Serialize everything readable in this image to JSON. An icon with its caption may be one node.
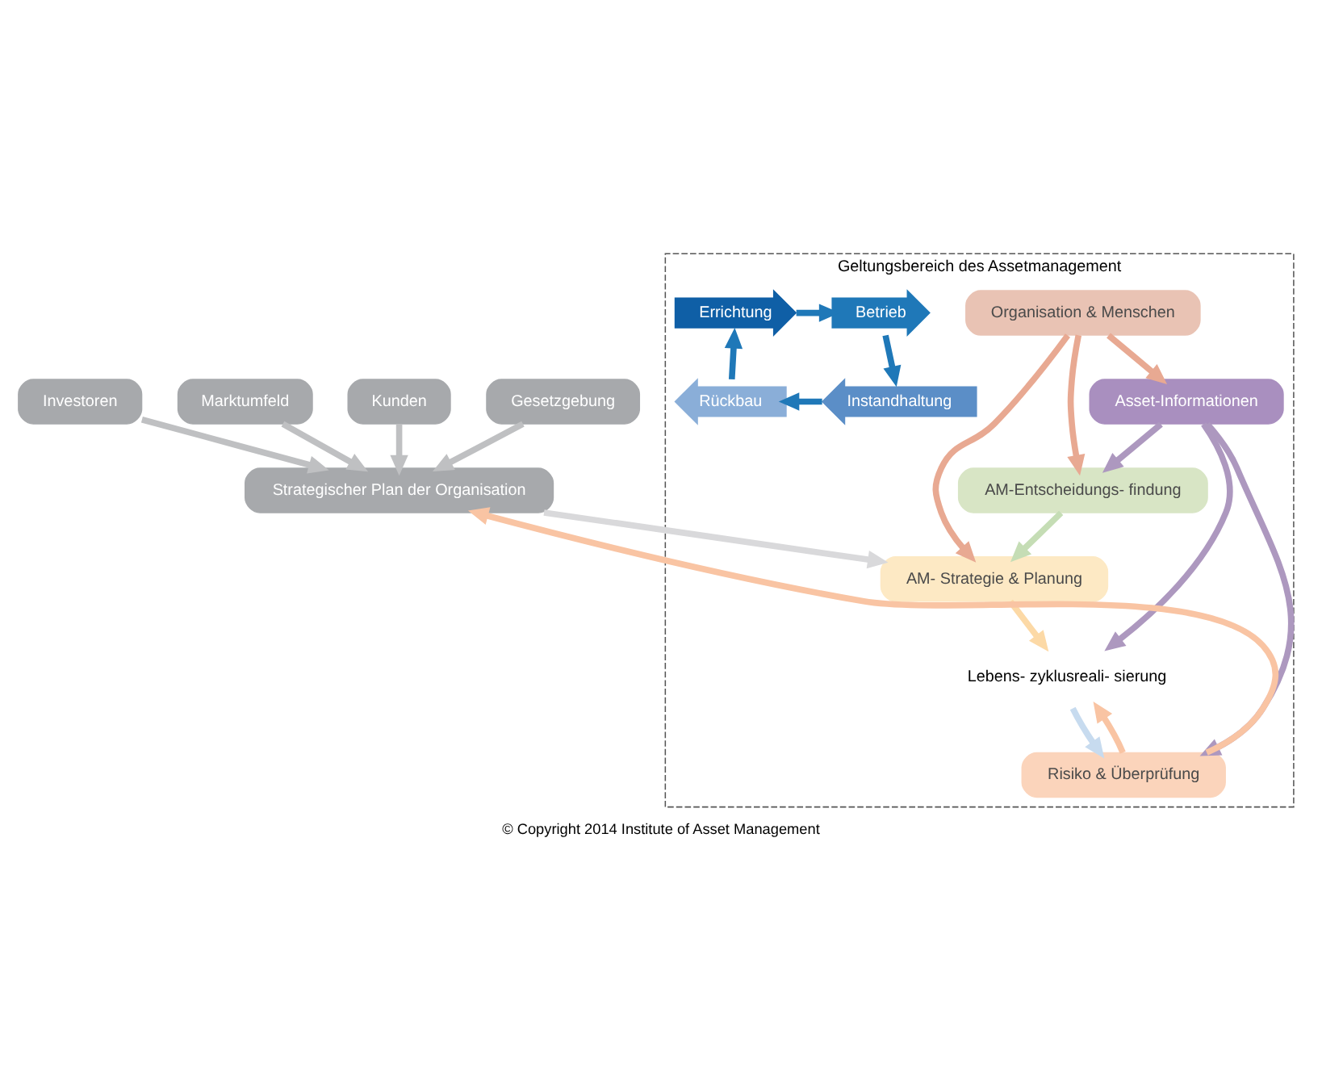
{
  "diagram": {
    "caption": "© Copyright 2014 Institute of Asset Management",
    "nodes": [
      {
        "text": [
          "Kunden"
        ]
      },
      {
        "text": [
          "Gesetzgebung"
        ]
      },
      {
        "text": [
          "Investoren"
        ]
      },
      {
        "text": [
          "Marktumfeld"
        ]
      },
      {
        "text": [
          "Geltungsbereich des Assetmanagement"
        ]
      },
      {
        "text": [
          "Strategischer Plan der Organisation"
        ]
      },
      {
        "text": [
          "Organisation & Menschen"
        ],
        "in": 4
      },
      {
        "text": [
          "AM- Strategie & Planung"
        ],
        "in": 4
      },
      {
        "text": [
          "AM-Entscheidungs- findung"
        ],
        "in": 4
      },
      {
        "text": [
          "Asset-Informationen"
        ],
        "in": 4
      },
      {
        "text": [
          "Lebens- zyklusreali- sierung"
        ],
        "in": 4
      },
      {
        "text": [
          "Errichtung"
        ],
        "in": 4
      },
      {
        "text": [
          "Betrieb"
        ],
        "in": 4
      },
      {
        "text": [
          "Instandhaltung"
        ],
        "in": 4
      },
      {
        "text": [
          "Rückbau"
        ],
        "in": 4
      },
      {
        "text": [
          "Risiko & Überprüfung"
        ],
        "in": 4
      }
    ],
    "edges": [
      {
        "from": 0,
        "to": 5,
        "arrow": "to"
      },
      {
        "from": 1,
        "to": 5,
        "arrow": "to"
      },
      {
        "from": 2,
        "to": 5,
        "arrow": "to"
      },
      {
        "from": 3,
        "to": 5,
        "arrow": "to"
      },
      {
        "from": 5,
        "to": 7,
        "arrow": "to",
        "color": "#d9d9db"
      },
      {
        "from": 6,
        "to": 7,
        "arrow": "to",
        "color": "#e8a992"
      },
      {
        "from": 6,
        "to": 8,
        "arrow": "to",
        "color": "#e8a992"
      },
      {
        "from": 6,
        "to": 9,
        "arrow": "to",
        "color": "#e8a992"
      },
      {
        "from": 8,
        "to": 7,
        "arrow": "to",
        "color": "#c5ddb5"
      },
      {
        "from": 7,
        "to": 10,
        "arrow": "to",
        "color": "#fcd9a6"
      },
      {
        "from": 9,
        "to": 8,
        "arrow": "to",
        "color": "#ad98bf"
      },
      {
        "from": 9,
        "to": 10,
        "arrow": "to",
        "color": "#ad98bf"
      },
      {
        "from": 11,
        "to": 12,
        "arrow": "to",
        "color": "#1f78b8"
      },
      {
        "from": 12,
        "to": 13,
        "arrow": "to",
        "color": "#1f78b8"
      },
      {
        "from": 13,
        "to": 14,
        "arrow": "to",
        "color": "#1f78b8"
      },
      {
        "from": 14,
        "to": 11,
        "arrow": "to",
        "color": "#1f78b8"
      },
      {
        "from": 10,
        "to": 15,
        "arrow": "to",
        "color": "#c7dbef"
      },
      {
        "from": 9,
        "to": 15,
        "arrow": "to",
        "color": "#ad98bf"
      },
      {
        "from": 15,
        "to": 10,
        "arrow": "to",
        "color": "#f9c4a3"
      },
      {
        "from": 15,
        "to": 5,
        "arrow": "to",
        "color": "#f9c4a3"
      }
    ]
  }
}
